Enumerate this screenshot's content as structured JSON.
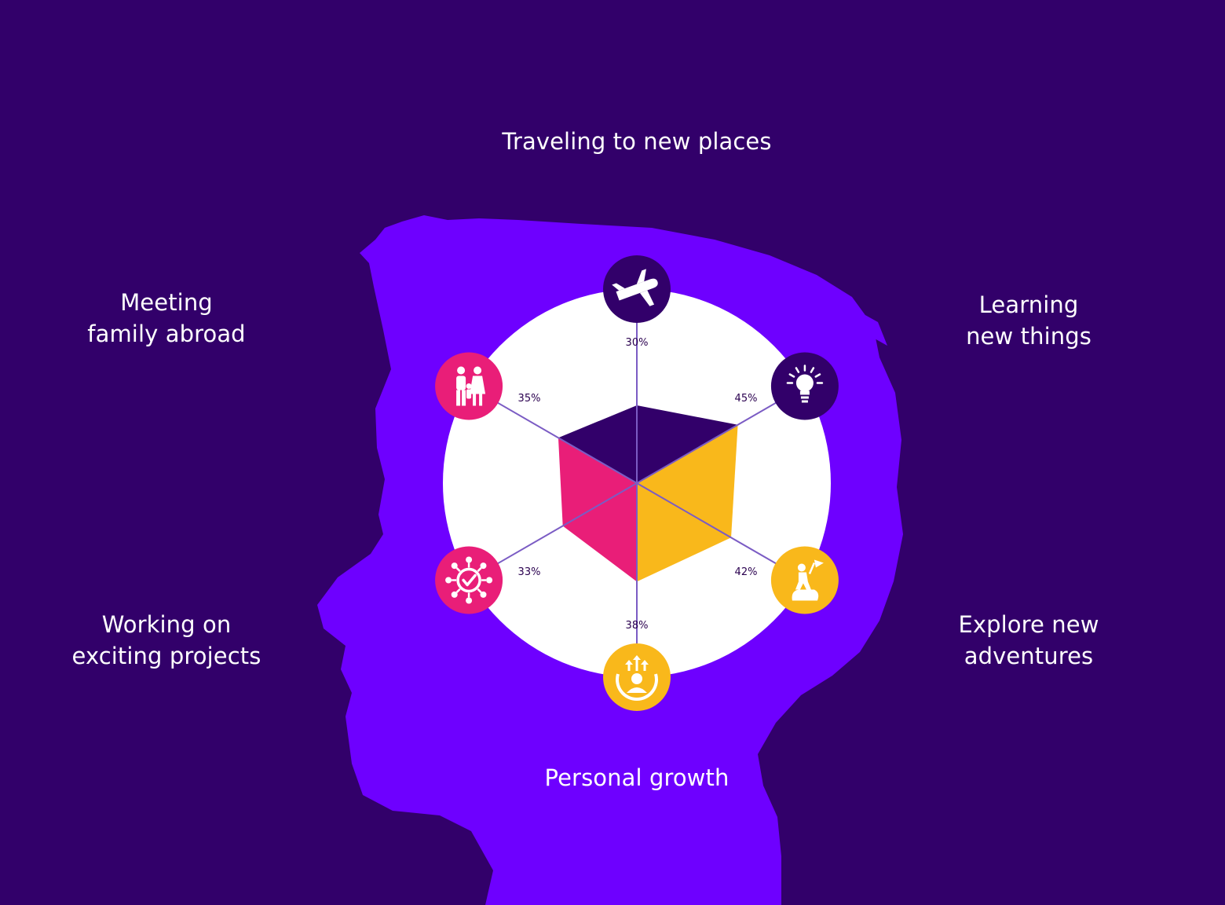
{
  "chart_data": {
    "type": "radar",
    "categories": [
      "Traveling to new places",
      "Learning\nnew things",
      "Explore new\nadventures",
      "Personal growth",
      "Working on\nexciting projects",
      "Meeting\nfamily abroad"
    ],
    "values": [
      30,
      45,
      42,
      38,
      33,
      35
    ],
    "value_labels": [
      "30%",
      "45%",
      "42%",
      "38%",
      "33%",
      "35%"
    ],
    "icons": [
      "airplane-icon",
      "lightbulb-icon",
      "climber-flag-icon",
      "personal-growth-icon",
      "network-check-icon",
      "family-icon"
    ],
    "value_max": 50
  },
  "colors": {
    "background": "#32006a",
    "head": "#6e00ff",
    "circle": "#ffffff",
    "dark": "#32006a",
    "pink": "#e91e78",
    "yellow": "#f9b81b",
    "axis": "#7b5cc4"
  }
}
